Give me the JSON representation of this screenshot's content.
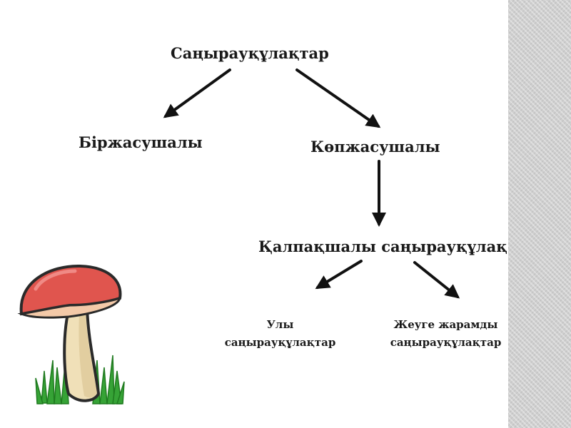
{
  "nodes": {
    "root": "Саңырауқұлақтар",
    "unicellular": "Біржасушалы",
    "multicellular": "Көпжасушалы",
    "cap_mushrooms": "Қалпақшалы саңырауқұлақ",
    "poisonous_line1": "Улы",
    "poisonous_line2": "саңырауқұлақтар",
    "edible_line1": "Жеуге жарамды",
    "edible_line2": "саңырауқұлақтар"
  },
  "edges": [
    {
      "from": "root",
      "to": "unicellular"
    },
    {
      "from": "root",
      "to": "multicellular"
    },
    {
      "from": "multicellular",
      "to": "cap_mushrooms"
    },
    {
      "from": "cap_mushrooms",
      "to": "poisonous"
    },
    {
      "from": "cap_mushrooms",
      "to": "edible"
    }
  ],
  "colors": {
    "arrow": "#111111",
    "mushroom_cap": "#e0554e",
    "mushroom_stem": "#f0e0b8",
    "grass": "#2f9a2f"
  },
  "decoration": "mushroom-illustration"
}
